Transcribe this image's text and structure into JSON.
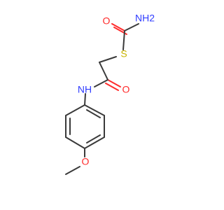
{
  "molecule": {
    "atoms": [
      {
        "id": "amide-nh2",
        "label": "NH2",
        "element": "N",
        "color": "#2f3cff"
      },
      {
        "id": "amide-o",
        "label": "O",
        "element": "O",
        "color": "#ff2b2b"
      },
      {
        "id": "thioether-s",
        "label": "S",
        "element": "S",
        "color": "#c8b400"
      },
      {
        "id": "acetamide-o",
        "label": "O",
        "element": "O",
        "color": "#ff2b2b"
      },
      {
        "id": "anilide-nh",
        "label": "NH",
        "element": "N",
        "color": "#2f3cff"
      },
      {
        "id": "methoxy-o",
        "label": "O",
        "element": "O",
        "color": "#ff2b2b"
      }
    ]
  }
}
